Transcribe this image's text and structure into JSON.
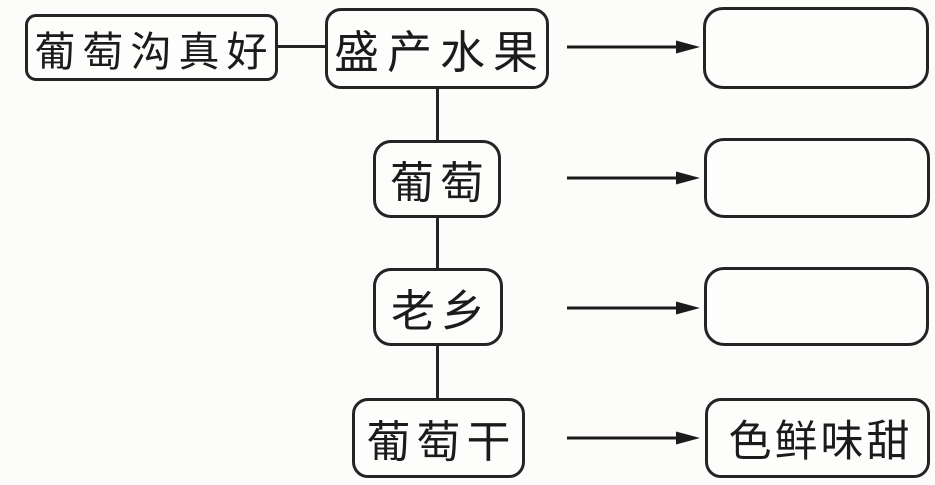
{
  "diagram": {
    "type": "flowchart",
    "root": {
      "label": "葡萄沟真好"
    },
    "branches": [
      {
        "topic": "盛产水果",
        "detail": ""
      },
      {
        "topic": "葡萄",
        "detail": ""
      },
      {
        "topic": "老乡",
        "detail": ""
      },
      {
        "topic": "葡萄干",
        "detail": "色鲜味甜"
      }
    ],
    "colors": {
      "stroke": "#242424",
      "text": "#1b1b1b",
      "background": "#fcfcfa",
      "node_fill": "#fdfdfc"
    }
  }
}
